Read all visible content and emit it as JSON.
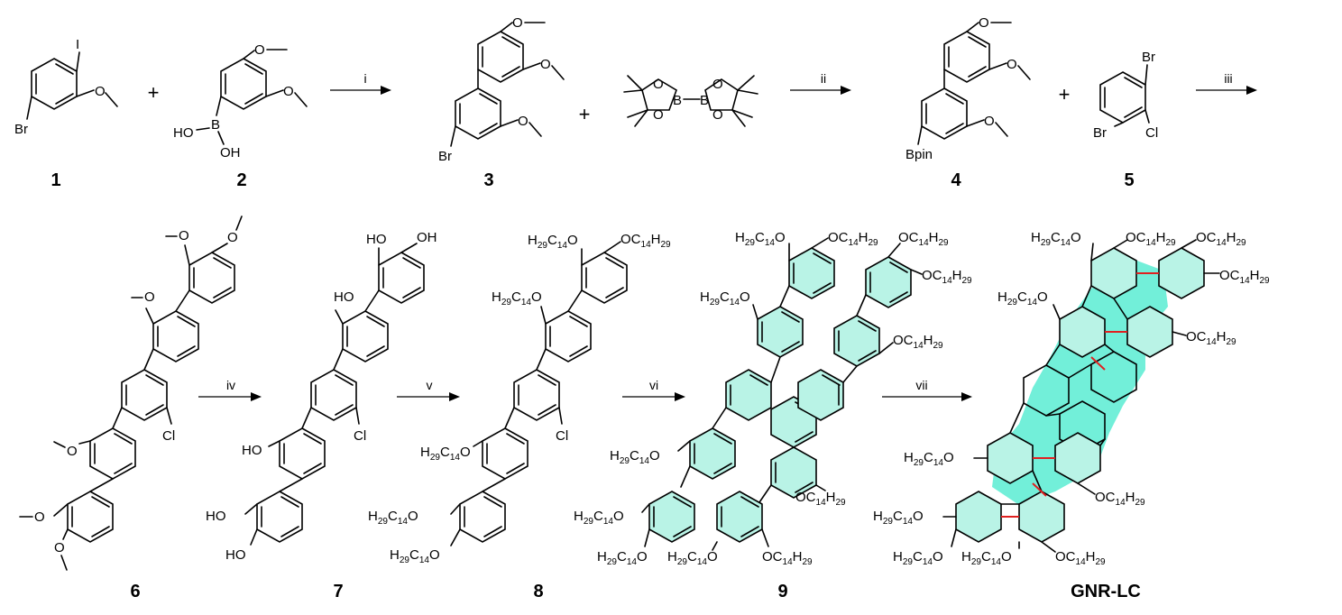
{
  "compounds": [
    {
      "id": "c1",
      "label": "1"
    },
    {
      "id": "c2",
      "label": "2"
    },
    {
      "id": "c3",
      "label": "3"
    },
    {
      "id": "c4",
      "label": "4"
    },
    {
      "id": "c5",
      "label": "5"
    },
    {
      "id": "c6",
      "label": "6"
    },
    {
      "id": "c7",
      "label": "7"
    },
    {
      "id": "c8",
      "label": "8"
    },
    {
      "id": "c9",
      "label": "9"
    },
    {
      "id": "gnr",
      "label": "GNR-LC"
    }
  ],
  "steps": [
    "i",
    "ii",
    "iii",
    "iv",
    "v",
    "vi",
    "vii"
  ],
  "plus_sign": "+",
  "atoms": {
    "iodine": "I",
    "bromine": "Br",
    "chlorine": "Cl",
    "boron": "B",
    "oxygen": "O",
    "hydroxyl_left": "HO",
    "hydroxyl_right": "OH",
    "hydroxyl_short": "H",
    "bpin": "Bpin",
    "alkyl_H": "H",
    "alkyl_C": "C",
    "sub_29": "29",
    "sub_14": "14"
  },
  "colors": {
    "aromatic_ring_fill": "#b9f3e6",
    "core_fill": "#72efd9",
    "new_bond": "#e02020"
  }
}
